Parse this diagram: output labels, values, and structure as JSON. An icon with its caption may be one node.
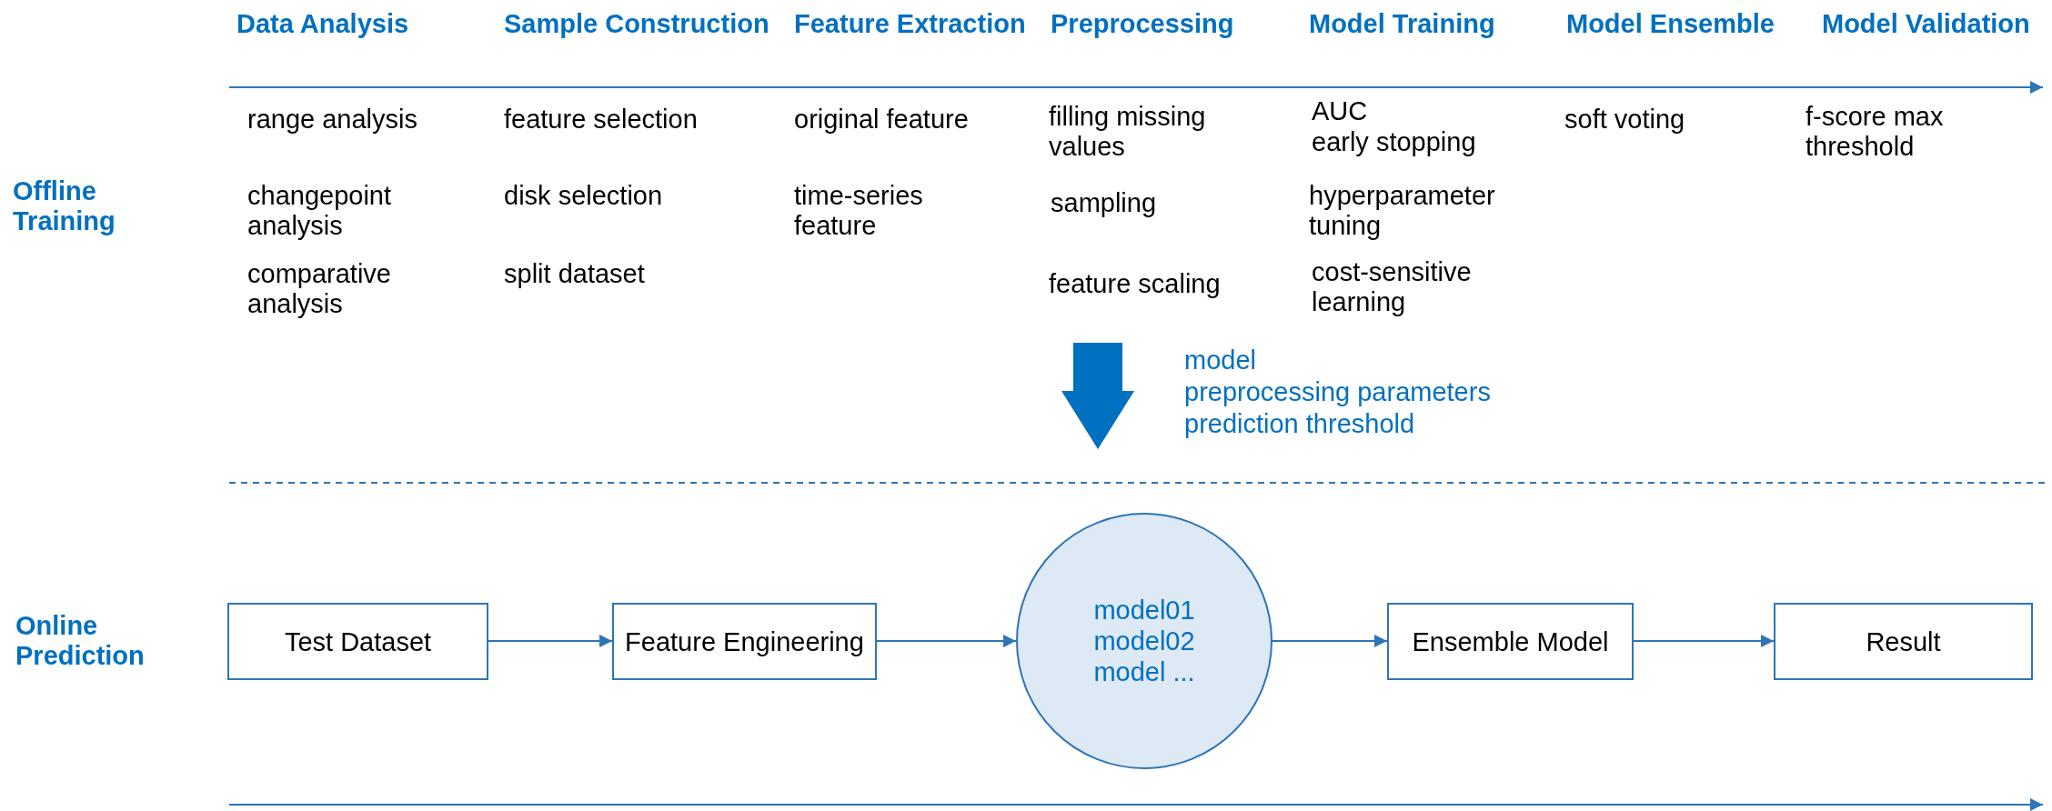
{
  "diagram": {
    "nodes": [
      {
        "text": [
          "Test Dataset"
        ]
      },
      {
        "text": [
          "Feature Engineering"
        ]
      },
      {
        "text": [
          "model01 model02 model ..."
        ]
      },
      {
        "text": [
          "Ensemble Model"
        ]
      },
      {
        "text": [
          "Result"
        ]
      }
    ],
    "edges": [
      {
        "from": 0,
        "to": 1,
        "arrow": "to"
      },
      {
        "from": 1,
        "to": 2,
        "arrow": "to"
      },
      {
        "from": 2,
        "to": 3,
        "arrow": "to"
      },
      {
        "from": 3,
        "to": 4,
        "arrow": "to"
      }
    ],
    "labels": [
      "Data Analysis",
      "Sample Construction",
      "Feature Extraction",
      "Preprocessing",
      "Model Training",
      "Model Ensemble",
      "Model Validation",
      "Offline Training",
      "range analysis",
      "feature selection",
      "original feature",
      "filling missing values",
      "AUC",
      "early stopping",
      "soft voting",
      "f-score max threshold",
      "changepoint analysis",
      "disk selection",
      "time-series feature",
      "sampling",
      "hyperparameter tuning",
      "comparative analysis",
      "split dataset",
      "feature scaling",
      "cost-sensitive learning",
      "model",
      "preprocessing parameters",
      "prediction threshold",
      "Online Prediction"
    ]
  }
}
